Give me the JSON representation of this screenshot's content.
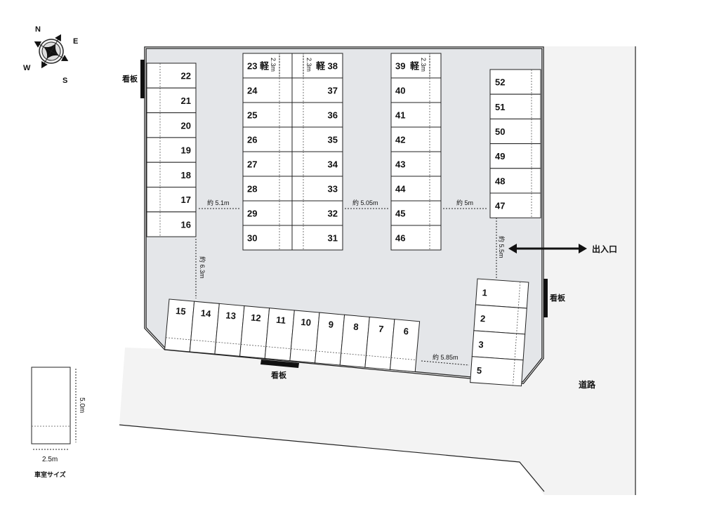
{
  "compass": {
    "n": "N",
    "e": "E",
    "s": "S",
    "w": "W"
  },
  "signs": {
    "left": "看板",
    "right": "看板",
    "bottom": "看板"
  },
  "entrance_label": "出入口",
  "road_label": "道路",
  "light_car_label": "軽",
  "light_width": "2.3m",
  "columns": {
    "left": [
      "22",
      "21",
      "20",
      "19",
      "18",
      "17",
      "16"
    ],
    "center_left": [
      "23",
      "24",
      "25",
      "26",
      "27",
      "28",
      "29",
      "30"
    ],
    "center_right": [
      "38",
      "37",
      "36",
      "35",
      "34",
      "33",
      "32",
      "31"
    ],
    "center": [
      "39",
      "40",
      "41",
      "42",
      "43",
      "44",
      "45",
      "46"
    ],
    "right": [
      "52",
      "51",
      "50",
      "49",
      "48",
      "47"
    ],
    "corner": [
      "1",
      "2",
      "3",
      "5"
    ],
    "bottom": [
      "15",
      "14",
      "13",
      "12",
      "11",
      "10",
      "9",
      "8",
      "7",
      "6"
    ]
  },
  "distances": {
    "a": "約 5.1m",
    "b": "約 5.05m",
    "c": "約 5m",
    "d": "約 6.3m",
    "e": "約 5.5m",
    "f": "約 5.85m"
  },
  "legend": {
    "length": "5.0m",
    "width": "2.5m",
    "title": "車室サイズ"
  }
}
